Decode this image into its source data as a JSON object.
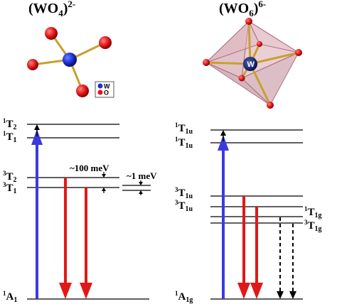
{
  "left": {
    "title": {
      "main": "(WO",
      "sub": "4",
      "paren": ")",
      "sup": "2-"
    },
    "legend": {
      "w": "W",
      "o": "O"
    },
    "levels": {
      "t2": {
        "pre": "1",
        "main": "T",
        "sub": "2"
      },
      "t1_singlet": {
        "pre": "1",
        "main": "T",
        "sub": "1"
      },
      "t2_triplet": {
        "pre": "3",
        "main": "T",
        "sub": "2"
      },
      "t1_triplet": {
        "pre": "3",
        "main": "T",
        "sub": "1"
      },
      "ground": {
        "pre": "1",
        "main": "A",
        "sub": "1"
      }
    },
    "gap_large": "~100 meV",
    "gap_small": "~1 meV"
  },
  "right": {
    "title": {
      "main": "(WO",
      "sub": "6",
      "paren": ")",
      "sup": "6-"
    },
    "center_atom": "W",
    "levels": {
      "t1u_upper": {
        "pre": "1",
        "main": "T",
        "sub": "1u"
      },
      "t1u_singlet2": {
        "pre": "1",
        "main": "T",
        "sub": "1u"
      },
      "t1u_triplet": {
        "pre": "3",
        "main": "T",
        "sub": "1u"
      },
      "t1u_triplet2": {
        "pre": "3",
        "main": "T",
        "sub": "1u"
      },
      "t1g_singlet": {
        "pre": "1",
        "main": "T",
        "sub": "1g"
      },
      "t1g_triplet": {
        "pre": "3",
        "main": "T",
        "sub": "1g"
      },
      "ground": {
        "pre": "1",
        "main": "A",
        "sub": "1g"
      }
    }
  },
  "colors": {
    "absorption": "#3a3ae0",
    "emission": "#e01818",
    "oxygen": "#e01818",
    "tungsten": "#1c2f9a",
    "bond": "#c8a030",
    "octahedron": "#c9909c"
  }
}
